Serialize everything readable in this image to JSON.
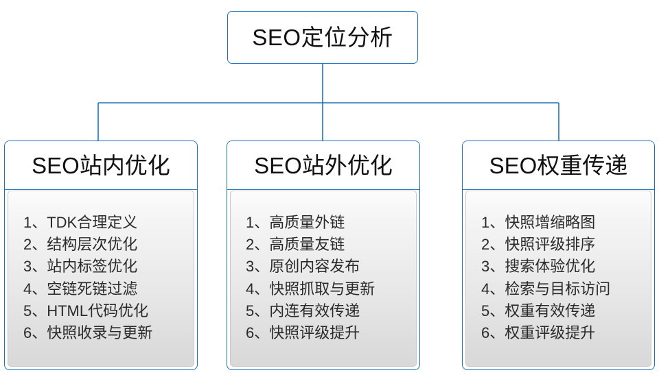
{
  "diagram": {
    "type": "org-chart",
    "root": {
      "label": "SEO定位分析"
    },
    "branches": [
      {
        "title": "SEO站内优化",
        "items": [
          "1、TDK合理定义",
          "2、结构层次优化",
          "3、站内标签优化",
          "4、空链死链过滤",
          "5、HTML代码优化",
          "6、快照收录与更新"
        ]
      },
      {
        "title": "SEO站外优化",
        "items": [
          "1、高质量外链",
          "2、高质量友链",
          "3、原创内容发布",
          "4、快照抓取与更新",
          "5、内连有效传递",
          "6、快照评级提升"
        ]
      },
      {
        "title": "SEO权重传递",
        "items": [
          "1、快照增缩略图",
          "2、快照评级排序",
          "3、搜索体验优化",
          "4、检索与目标访问",
          "5、权重有效传递",
          "6、权重评级提升"
        ]
      }
    ],
    "colors": {
      "line": "#1B72BD",
      "box_border": "#1B72BD",
      "panel_border": "#C9C9C9",
      "text": "#111111",
      "item_text": "#2A2A2A",
      "background": "#FFFFFF"
    }
  }
}
